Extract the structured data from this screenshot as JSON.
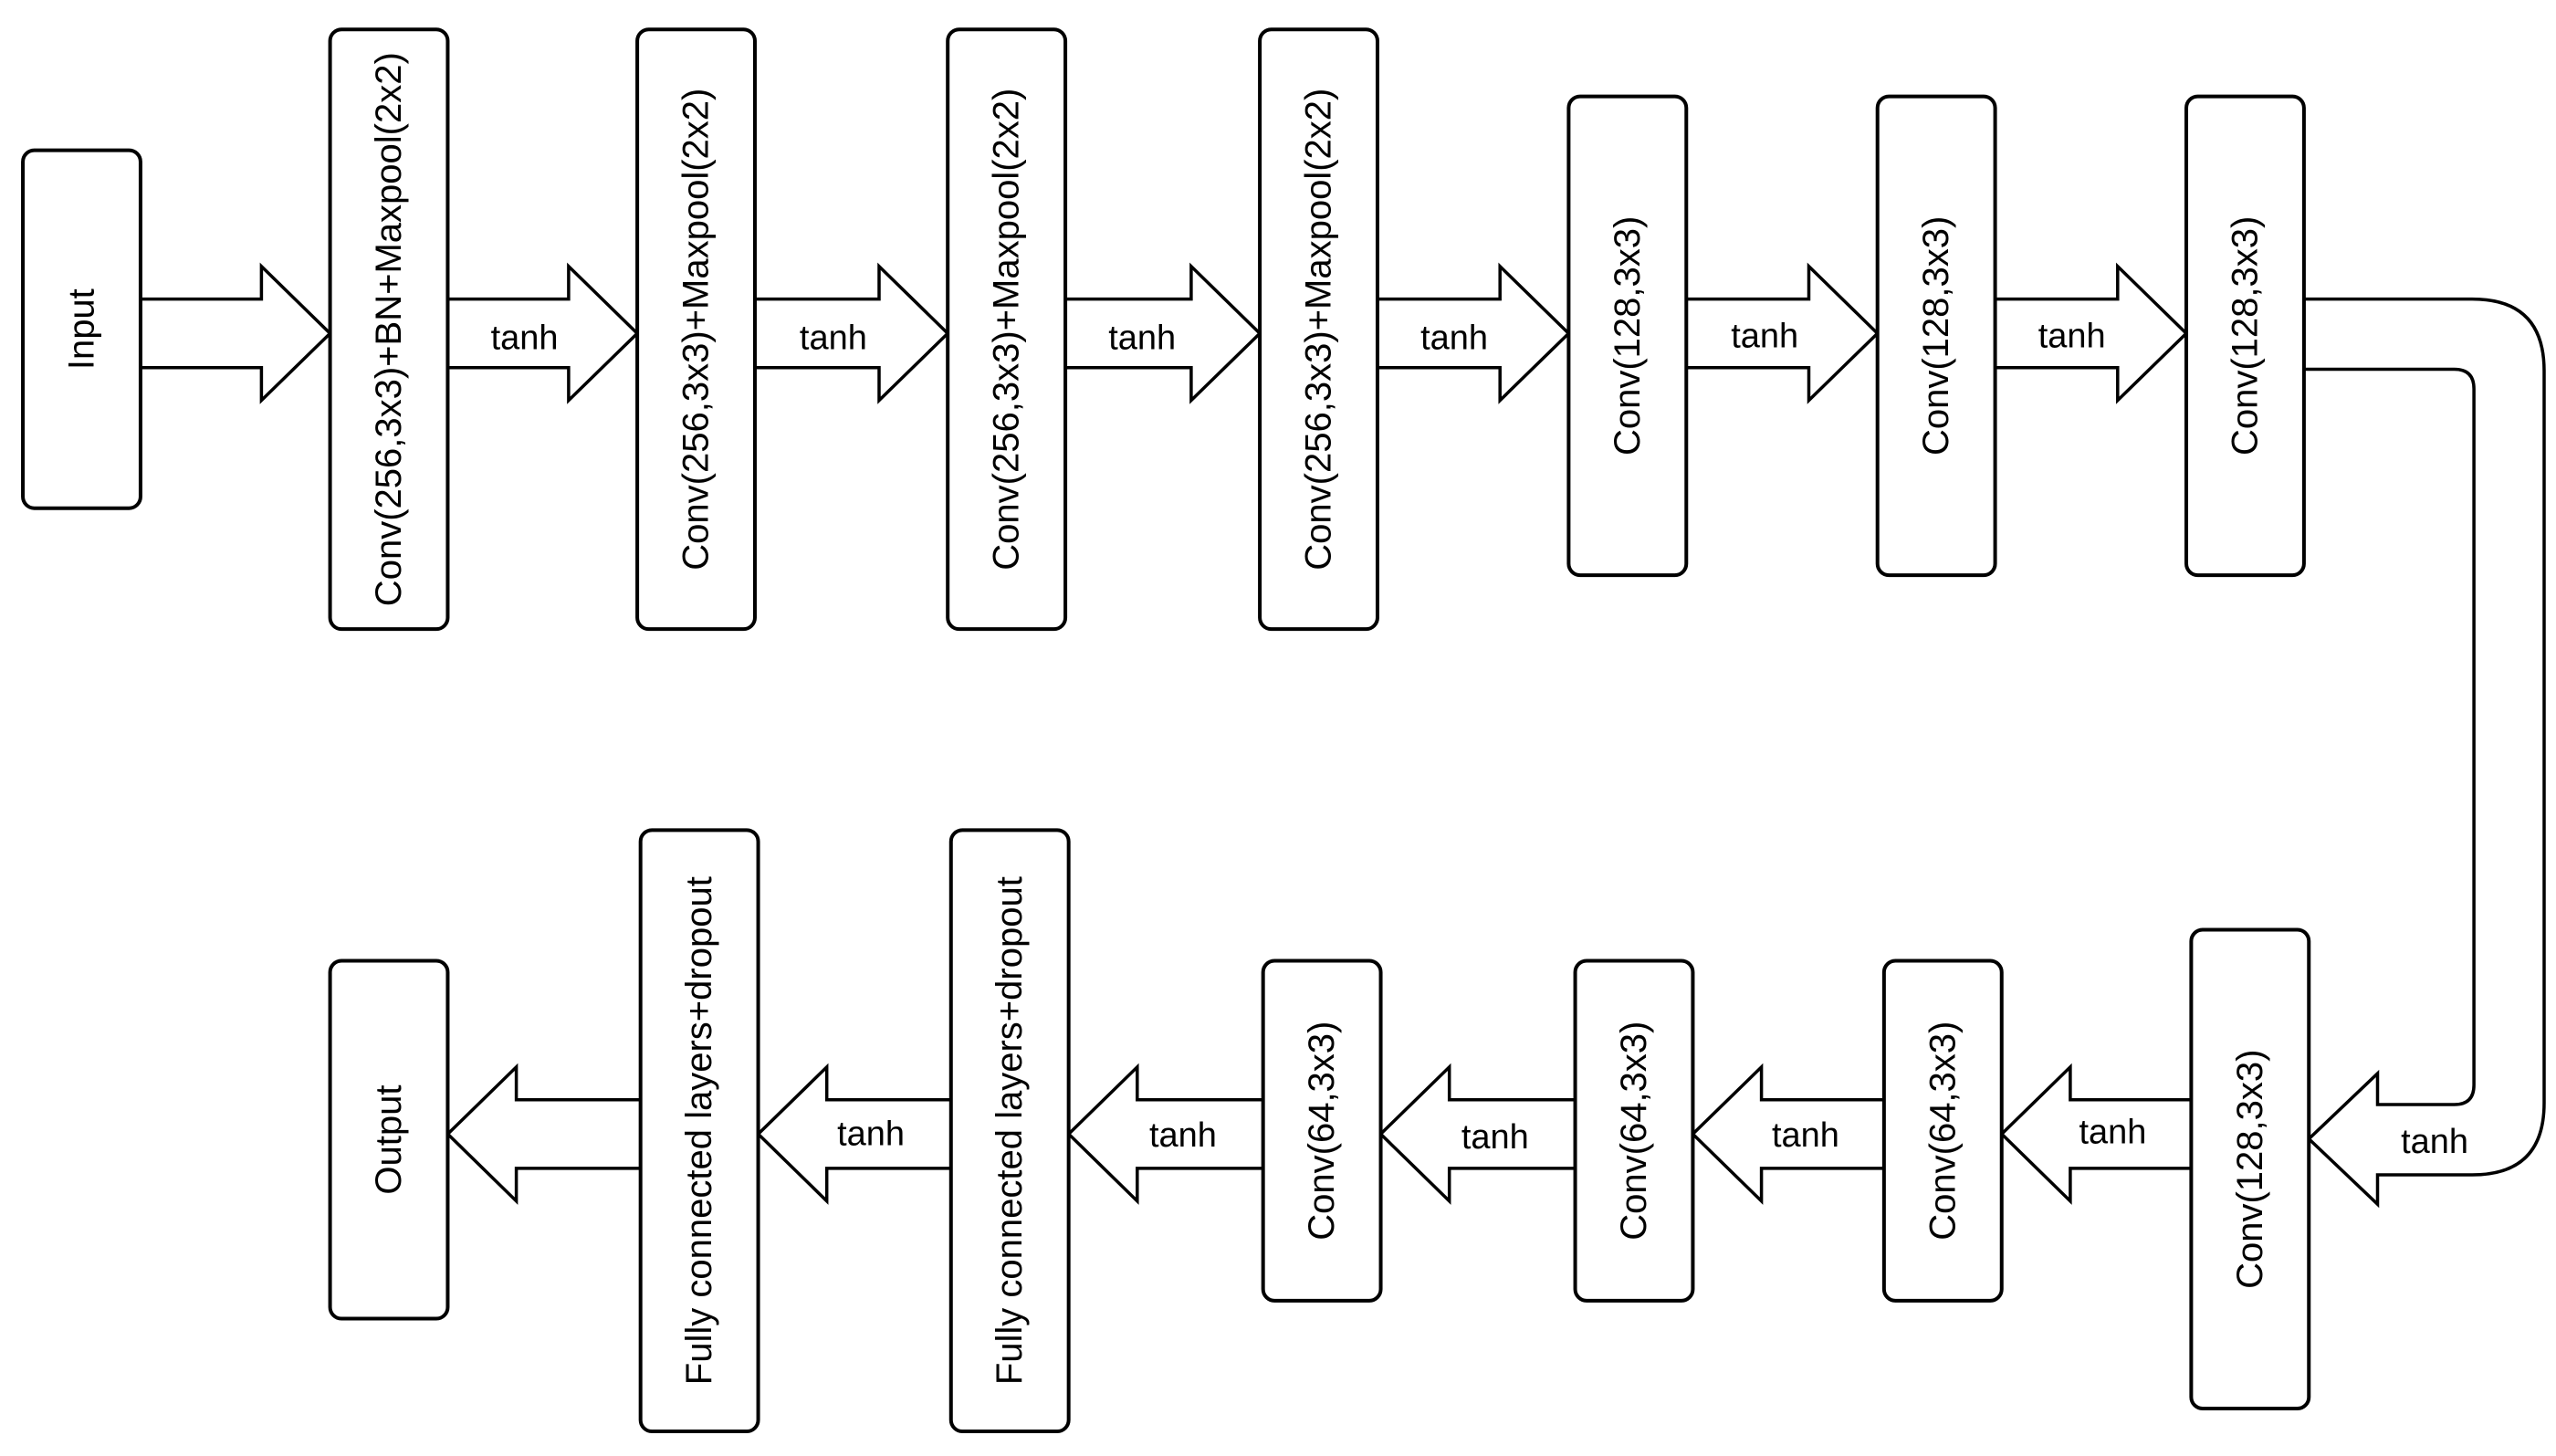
{
  "diagram": {
    "blocks": [
      {
        "id": "input",
        "label": "Input"
      },
      {
        "id": "conv1",
        "label": "Conv(256,3x3)+BN+Maxpool(2x2)"
      },
      {
        "id": "conv2",
        "label": "Conv(256,3x3)+Maxpool(2x2)"
      },
      {
        "id": "conv3",
        "label": "Conv(256,3x3)+Maxpool(2x2)"
      },
      {
        "id": "conv4",
        "label": "Conv(256,3x3)+Maxpool(2x2)"
      },
      {
        "id": "conv5",
        "label": "Conv(128,3x3)"
      },
      {
        "id": "conv6",
        "label": "Conv(128,3x3)"
      },
      {
        "id": "conv7",
        "label": "Conv(128,3x3)"
      },
      {
        "id": "conv8",
        "label": "Conv(128,3x3)"
      },
      {
        "id": "conv9",
        "label": "Conv(64,3x3)"
      },
      {
        "id": "conv10",
        "label": "Conv(64,3x3)"
      },
      {
        "id": "conv11",
        "label": "Conv(64,3x3)"
      },
      {
        "id": "fc1",
        "label": "Fully connected layers+dropout"
      },
      {
        "id": "fc2",
        "label": "Fully connected layers+dropout"
      },
      {
        "id": "output",
        "label": "Output"
      }
    ],
    "edges": [
      {
        "from": "input",
        "to": "conv1",
        "label": ""
      },
      {
        "from": "conv1",
        "to": "conv2",
        "label": "tanh"
      },
      {
        "from": "conv2",
        "to": "conv3",
        "label": "tanh"
      },
      {
        "from": "conv3",
        "to": "conv4",
        "label": "tanh"
      },
      {
        "from": "conv4",
        "to": "conv5",
        "label": "tanh"
      },
      {
        "from": "conv5",
        "to": "conv6",
        "label": "tanh"
      },
      {
        "from": "conv6",
        "to": "conv7",
        "label": "tanh"
      },
      {
        "from": "conv7",
        "to": "conv8",
        "label": "tanh"
      },
      {
        "from": "conv8",
        "to": "conv9",
        "label": "tanh"
      },
      {
        "from": "conv9",
        "to": "conv10",
        "label": "tanh"
      },
      {
        "from": "conv10",
        "to": "conv11",
        "label": "tanh"
      },
      {
        "from": "conv11",
        "to": "fc1",
        "label": "tanh"
      },
      {
        "from": "fc1",
        "to": "fc2",
        "label": "tanh"
      },
      {
        "from": "fc2",
        "to": "output",
        "label": ""
      }
    ]
  }
}
